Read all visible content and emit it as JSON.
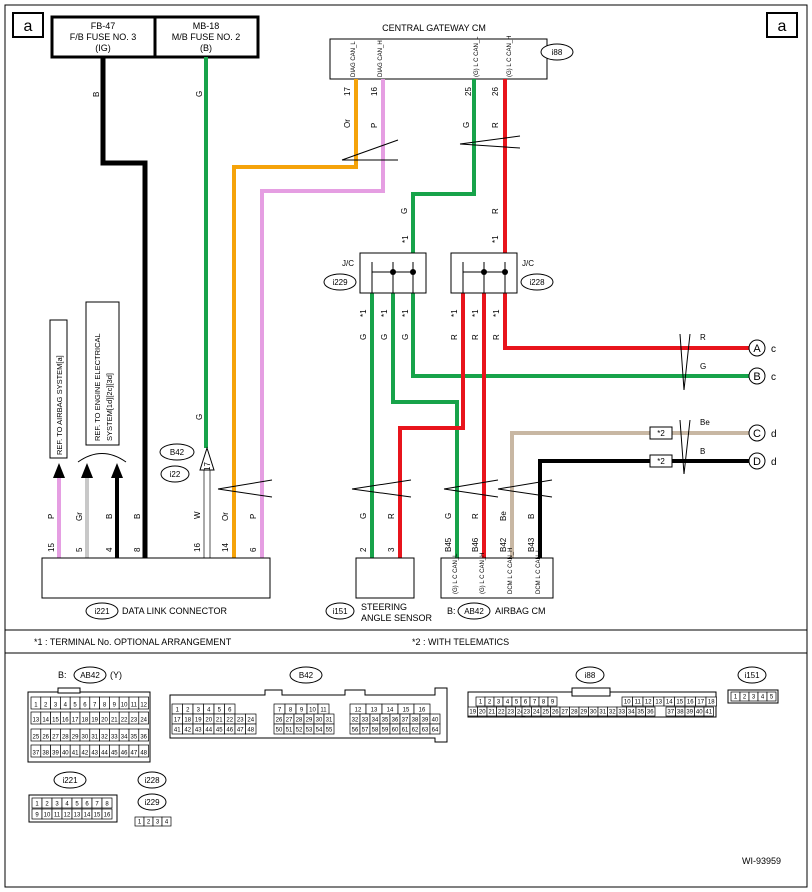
{
  "page_marker": "a",
  "fuses": [
    {
      "name": "FB-47",
      "line2": "F/B FUSE NO. 3",
      "line3": "(IG)"
    },
    {
      "name": "MB-18",
      "line2": "M/B FUSE NO. 2",
      "line3": "(B)"
    }
  ],
  "gateway": {
    "title": "CENTRAL GATEWAY CM",
    "connector": "i88",
    "pins": [
      "DIAG CAN_L",
      "DIAG CAN_H",
      "(G) L C CAN_L",
      "(G) L C CAN_H"
    ],
    "pin_numbers": [
      "17",
      "16",
      "25",
      "26"
    ]
  },
  "wire_colors": {
    "orange": "Or",
    "pink": "P",
    "green": "G",
    "red": "R",
    "black": "B",
    "white": "W",
    "gray": "Gr",
    "beige": "Be"
  },
  "colors": {
    "black": "#000000",
    "green": "#17a34a",
    "red": "#e8141c",
    "orange": "#f5a30a",
    "pink": "#e59ee2",
    "beige": "#c8b7a3",
    "gray": "#c8c8c8"
  },
  "joint_connectors": {
    "jc_label": "J/C",
    "i229": "i229",
    "i228": "i228"
  },
  "option_mark": "*1",
  "telematics_mark": "*2",
  "refs": {
    "airbag": "REF. TO AIRBAG SYSTEM[a]",
    "engine_line1": "REF. TO ENGINE ELECTRICAL",
    "engine_line2": "SYSTEM[1d][2c][3d]"
  },
  "b42_tag": "B42",
  "i22_tag": "i22",
  "dlc": {
    "connector": "i221",
    "label": "DATA LINK CONNECTOR",
    "pins": [
      "15",
      "5",
      "4",
      "8",
      "16",
      "14",
      "6"
    ],
    "pin17": "17"
  },
  "steering": {
    "connector": "i151",
    "line1": "STEERING",
    "line2": "ANGLE SENSOR",
    "pins": [
      "2",
      "3"
    ]
  },
  "airbag": {
    "connector_prefix": "B:",
    "connector": "AB42",
    "label": "AIRBAG CM",
    "pins": [
      "B45",
      "B46",
      "B42",
      "B43"
    ],
    "pin_funcs": [
      "(G) L C CAN_L",
      "(G) L C CAN_H",
      "DCM L C CAN_H",
      "DCM L C CAN_L"
    ]
  },
  "outputs": [
    {
      "letter": "A",
      "ref": "c",
      "wire": "R"
    },
    {
      "letter": "B",
      "ref": "c",
      "wire": "G"
    },
    {
      "letter": "C",
      "ref": "d",
      "wire": "Be"
    },
    {
      "letter": "D",
      "ref": "d",
      "wire": "B"
    }
  ],
  "notes": {
    "n1": "*1  : TERMINAL No. OPTIONAL ARRANGEMENT",
    "n2": "*2  : WITH TELEMATICS"
  },
  "connector_views": {
    "ab42_prefix": "B:",
    "ab42": "AB42",
    "ab42_color": "(Y)",
    "b42": "B42",
    "i88": "i88",
    "i151": "i151",
    "i221": "i221",
    "i228": "i228",
    "i229": "i229"
  },
  "doc_id": "WI-93959"
}
